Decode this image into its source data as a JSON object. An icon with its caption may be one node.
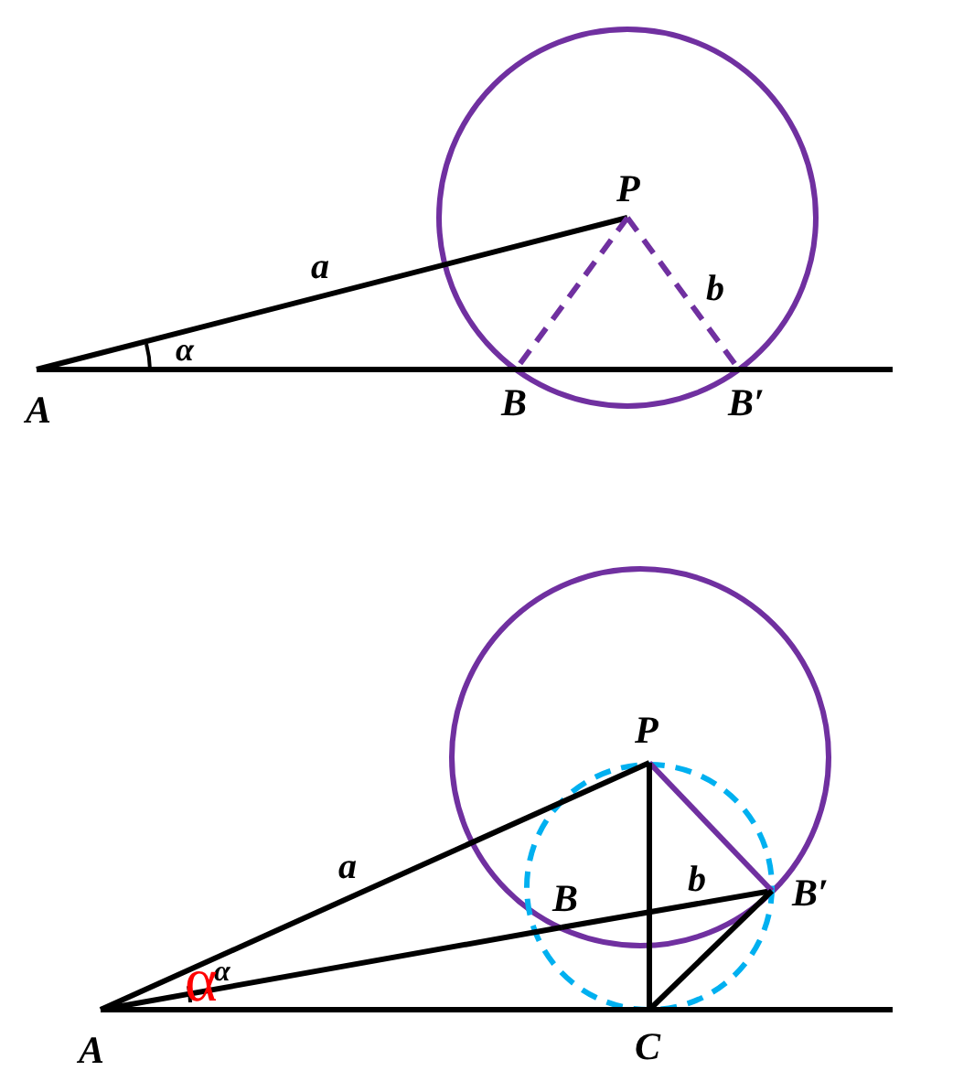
{
  "diagram": {
    "nodes": [
      {
        "text": [
          "A"
        ]
      },
      {
        "text": [
          "P"
        ]
      },
      {
        "text": [
          "B"
        ]
      },
      {
        "text": [
          "B′"
        ]
      },
      {
        "text": [
          "A"
        ]
      },
      {
        "text": [
          "P"
        ]
      },
      {
        "text": [
          "B"
        ]
      },
      {
        "text": [
          "B′"
        ]
      },
      {
        "text": [
          "C"
        ]
      }
    ],
    "edges": [
      {
        "from": 0,
        "to": 1,
        "arrow": "none",
        "label": "a"
      },
      {
        "from": 0,
        "to": 2,
        "arrow": "none"
      },
      {
        "from": 2,
        "to": 3,
        "arrow": "none"
      },
      {
        "from": 1,
        "to": 2,
        "arrow": "none",
        "style": "dashed",
        "color": "#7030a0"
      },
      {
        "from": 1,
        "to": 3,
        "arrow": "none",
        "style": "dashed",
        "color": "#7030a0",
        "label": "b"
      },
      {
        "from": 4,
        "to": 5,
        "arrow": "none",
        "label": "a"
      },
      {
        "from": 4,
        "to": 6,
        "arrow": "none"
      },
      {
        "from": 6,
        "to": 7,
        "arrow": "none"
      },
      {
        "from": 5,
        "to": 7,
        "arrow": "none",
        "color": "#7030a0",
        "label": "b"
      },
      {
        "from": 5,
        "to": 8,
        "arrow": "none"
      },
      {
        "from": 4,
        "to": 8,
        "arrow": "none"
      },
      {
        "from": 8,
        "to": 7,
        "arrow": "none"
      }
    ],
    "labels": [
      "α",
      "α",
      "α"
    ]
  }
}
